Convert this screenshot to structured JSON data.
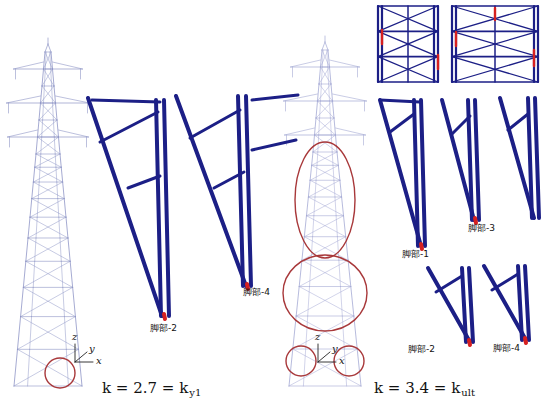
{
  "diagram": {
    "labels": [
      "脚部-4",
      "脚部-2",
      "z",
      "y",
      "x",
      "k = 2.7 = k",
      "y1",
      "脚部-3",
      "脚部-1",
      "脚部-2",
      "脚部-4",
      "z",
      "y",
      "x",
      "k = 3.4 = k",
      "ult"
    ]
  }
}
